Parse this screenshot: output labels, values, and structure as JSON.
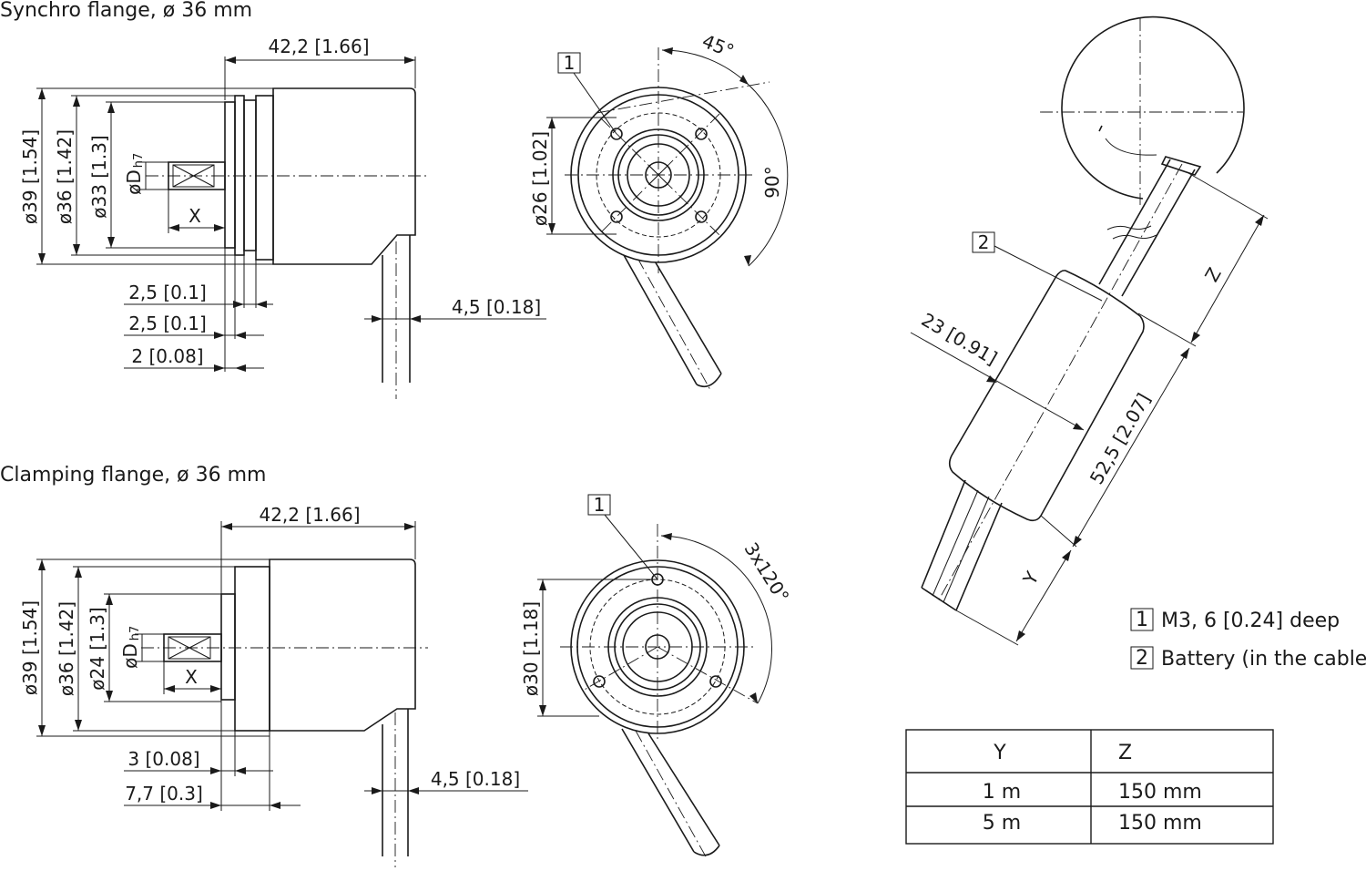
{
  "titles": {
    "synchro": "Synchro flange, ø 36 mm",
    "clamping": "Clamping flange, ø 36 mm"
  },
  "synchro": {
    "length": "42,2 [1.66]",
    "d39": "ø39 [1.54]",
    "d36": "ø36 [1.42]",
    "d33": "ø33 [1.3]",
    "shaft": "øD",
    "tol": "h7",
    "x": "X",
    "s1": "2,5 [0.1]",
    "s2": "2,5 [0.1]",
    "s3": "2 [0.08]",
    "cable": "4,5 [0.18]",
    "angle45": "45°",
    "angle90": "90°",
    "d26": "ø26 [1.02]",
    "tag": "1"
  },
  "clamping": {
    "length": "42,2 [1.66]",
    "d39": "ø39 [1.54]",
    "d36": "ø36 [1.42]",
    "d24": "ø24 [1.3]",
    "shaft": "øD",
    "tol": "h7",
    "x": "X",
    "s1": "3 [0.08]",
    "s2": "7,7 [0.3]",
    "cable": "4,5 [0.18]",
    "angle": "3x120°",
    "d30": "ø30 [1.18]",
    "tag": "1"
  },
  "battery": {
    "tag": "2",
    "dia": "23 [0.91]",
    "len": "52,5 [2.07]",
    "z": "Z",
    "y": "Y"
  },
  "legend": [
    {
      "num": "1",
      "text": "M3, 6 [0.24] deep"
    },
    {
      "num": "2",
      "text": "Battery (in the cable)"
    }
  ],
  "table": {
    "headers": [
      "Y",
      "Z"
    ],
    "rows": [
      [
        "1 m",
        "150 mm"
      ],
      [
        "5 m",
        "150 mm"
      ]
    ]
  }
}
